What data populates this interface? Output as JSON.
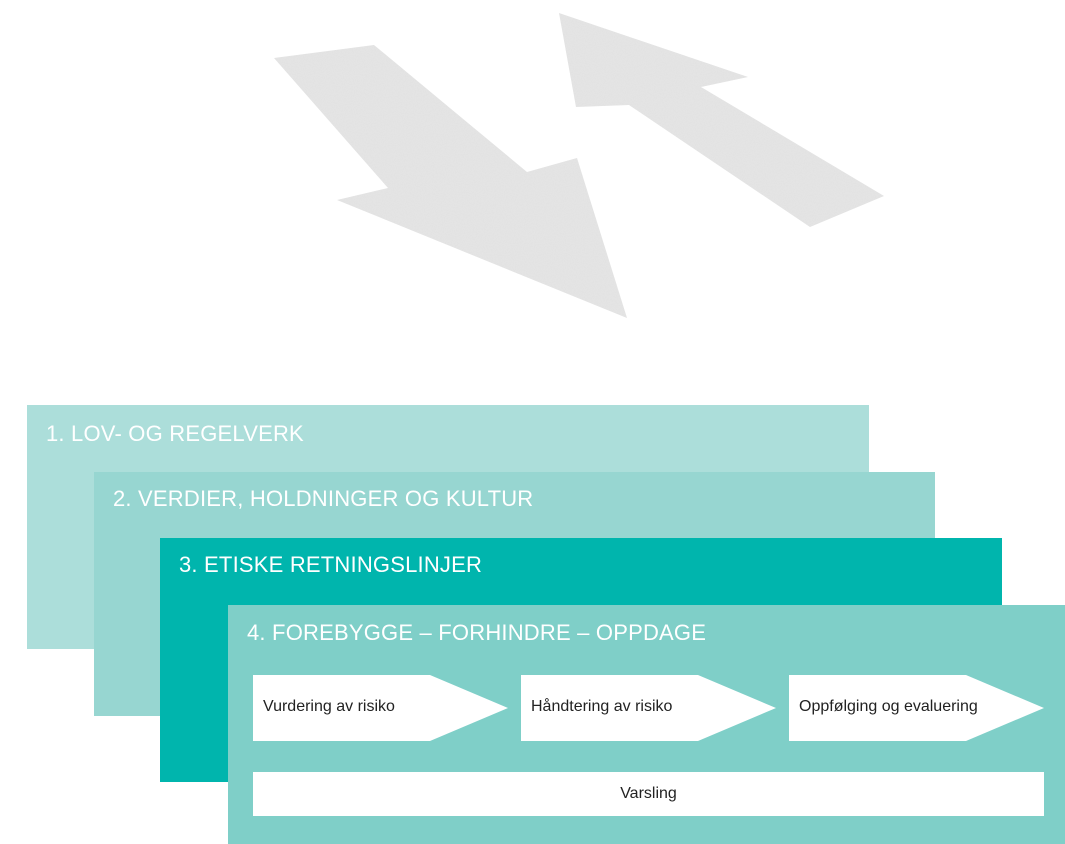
{
  "colors": {
    "layer1": "#acdeda",
    "layer2": "#97d6d1",
    "layer3": "#00b5ad",
    "layer4": "#7fcfc8",
    "arrows": "#e6e6e6",
    "title_text": "#ffffff",
    "box_text": "#222222"
  },
  "illustration": {
    "icon": "two-opposing-arrows-icon"
  },
  "layers": [
    {
      "title": "1. LOV- OG REGELVERK"
    },
    {
      "title": "2. VERDIER, HOLDNINGER OG KULTUR"
    },
    {
      "title": "3. ETISKE RETNINGSLINJER"
    },
    {
      "title": "4. FOREBYGGE – FORHINDRE – OPPDAGE"
    }
  ],
  "process_steps": [
    {
      "label": "Vurdering av risiko"
    },
    {
      "label": "Håndtering av risiko"
    },
    {
      "label": "Oppfølging og evaluering"
    }
  ],
  "bottom_box": {
    "label": "Varsling"
  }
}
